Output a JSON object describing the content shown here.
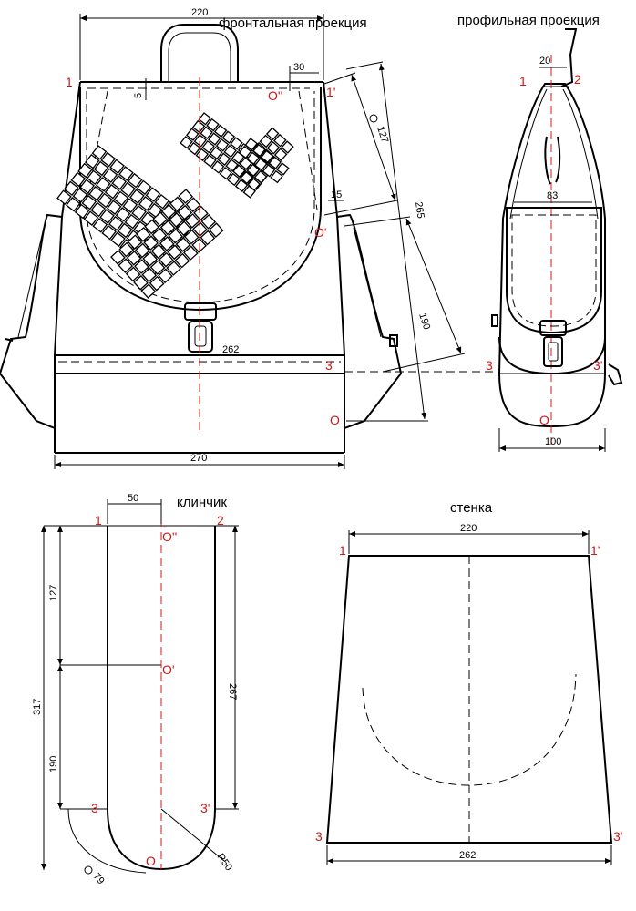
{
  "titles": {
    "front": "фронтальная проекция",
    "profile": "профильная проекция",
    "gusset": "клинчик",
    "wall": "стенка"
  },
  "front_dims": {
    "top_width": "220",
    "offset_30": "30",
    "offset_5": "5",
    "radius_127": "127",
    "offset_15": "15",
    "height_265": "265",
    "height_190": "190",
    "width_262": "262",
    "bottom_width": "270"
  },
  "front_points": {
    "p1": "1",
    "p1_prime": "1'",
    "p_o2": "O''",
    "p_o1": "O'",
    "p3": "3",
    "p_o": "O"
  },
  "profile_dims": {
    "top_20": "20",
    "pocket_83": "83",
    "bottom_100": "100"
  },
  "profile_points": {
    "p1": "1",
    "p2": "2",
    "p3": "3",
    "p3_prime": "3'",
    "p_o": "O"
  },
  "gusset_dims": {
    "width_50": "50",
    "len_127": "127",
    "len_317": "317",
    "len_190": "190",
    "len_267": "267",
    "radius_r50": "R50",
    "radius_79": "79"
  },
  "gusset_points": {
    "p1": "1",
    "p2": "2",
    "p_o2": "O''",
    "p_o1": "O'",
    "p3": "3",
    "p3_prime": "3'",
    "p_o": "O"
  },
  "wall_dims": {
    "top_220": "220",
    "bottom_262": "262"
  },
  "wall_points": {
    "p1": "1",
    "p1_prime": "1'",
    "p3": "3",
    "p3_prime": "3'"
  }
}
